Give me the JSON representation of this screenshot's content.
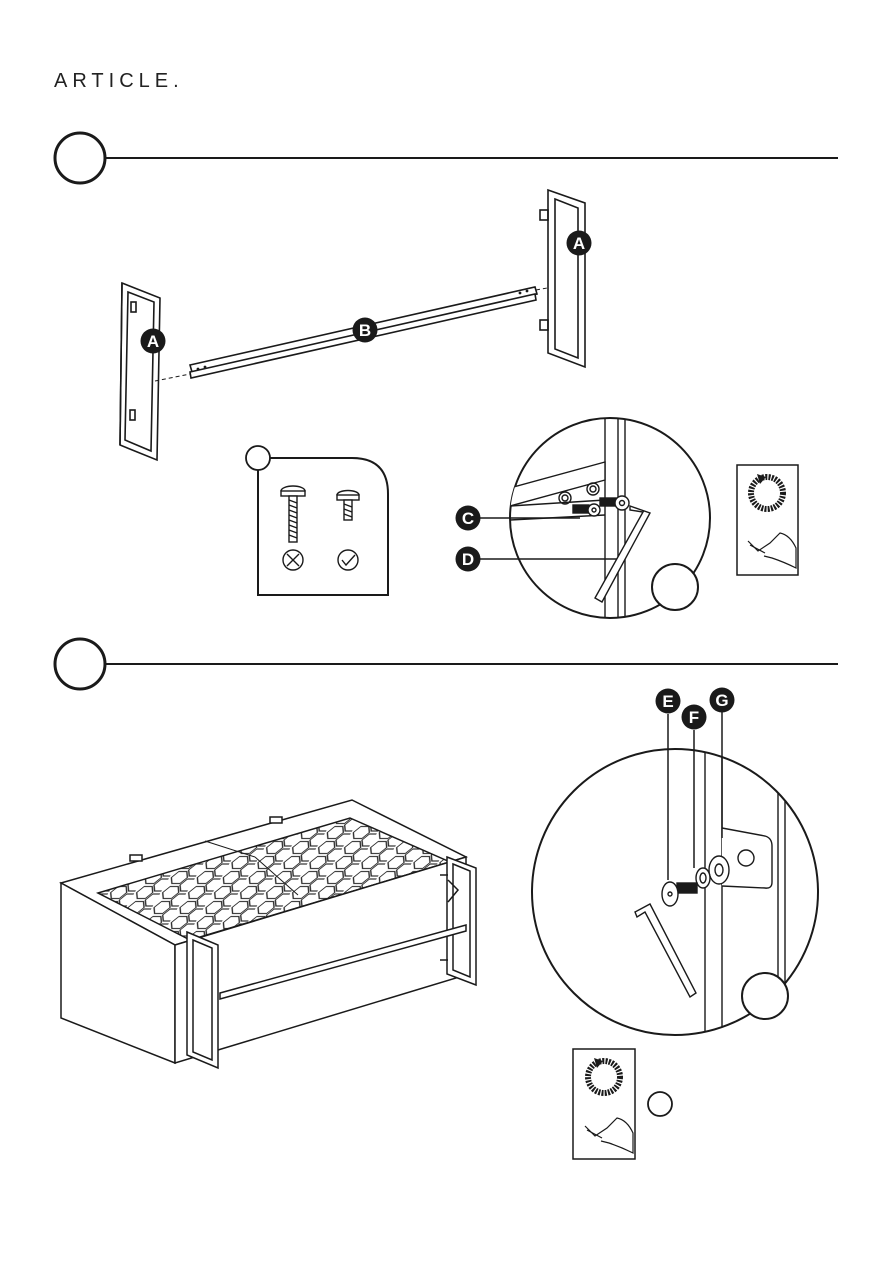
{
  "brand": "ARTICLE.",
  "steps": [
    {
      "number": ""
    },
    {
      "number": ""
    }
  ],
  "part_labels": {
    "frame": "A",
    "rail": "B",
    "bolt": "C",
    "hex_key": "D",
    "screw": "E",
    "washer_small": "F",
    "washer_large": "G"
  },
  "icons": [
    "cross-icon",
    "check-icon",
    "rotate-clockwise-icon",
    "hand-icon"
  ],
  "colors": {
    "ink": "#1a1a1a",
    "paper": "#ffffff"
  }
}
